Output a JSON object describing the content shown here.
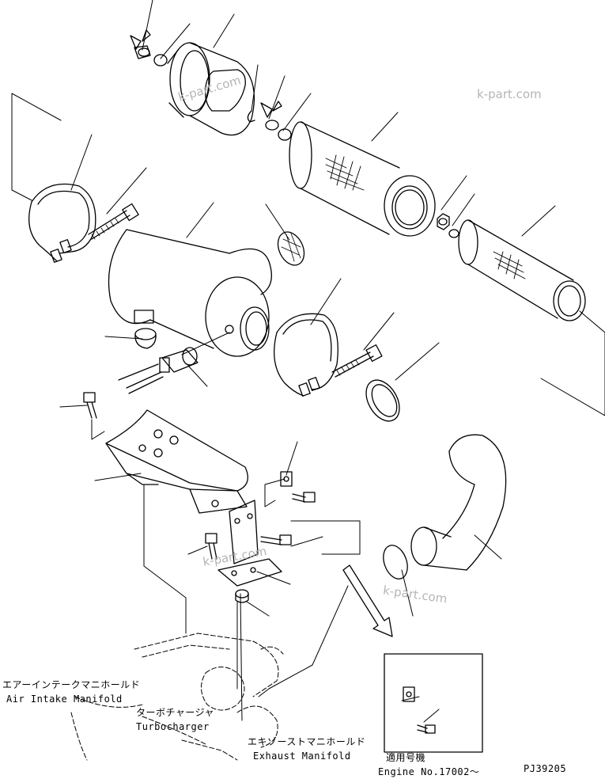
{
  "watermarks": [
    "k-part.com",
    "k-part.com",
    "k-part.com",
    "k-part.com"
  ],
  "labels": {
    "intake_jp": "エアーインテークマニホールド",
    "intake_en": "Air Intake Manifold",
    "turbo_jp": "ターボチャージャ",
    "turbo_en": "Turbocharger",
    "exhaust_jp": "エキゾーストマニホールド",
    "exhaust_en": "Exhaust Manifold",
    "applicable_jp": "適用号機",
    "engine_no": "Engine No.17002〜",
    "drawing_code": "PJ39205"
  }
}
